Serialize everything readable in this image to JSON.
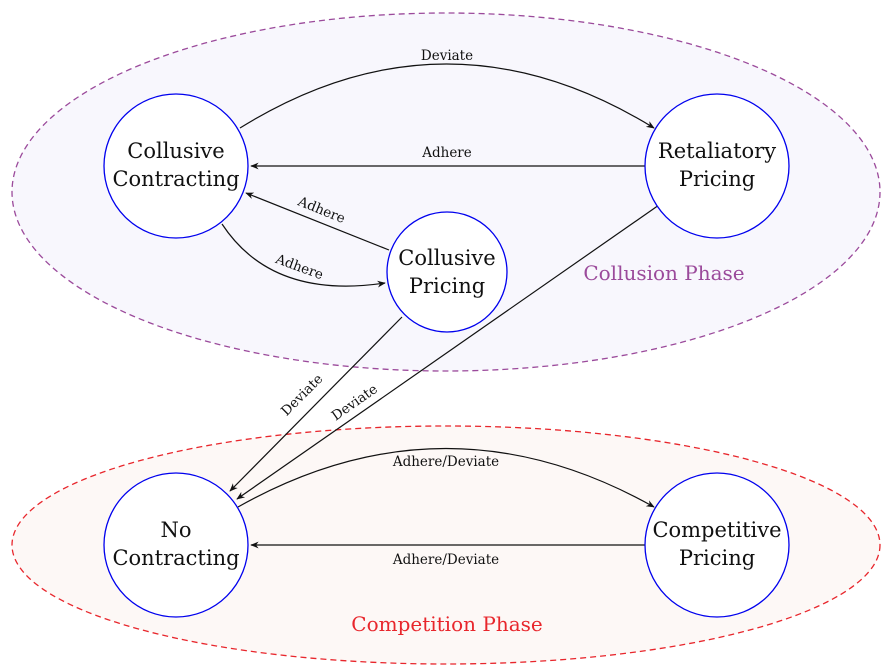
{
  "phases": {
    "collusion": {
      "label": "Collusion Phase",
      "color": "#9b4a9b",
      "fill": "#f8f7fd"
    },
    "competition": {
      "label": "Competition Phase",
      "color": "#e8262c",
      "fill": "#fdf8f6"
    }
  },
  "nodes": {
    "collusive_contracting": {
      "line1": "Collusive",
      "line2": "Contracting"
    },
    "retaliatory_pricing": {
      "line1": "Retaliatory",
      "line2": "Pricing"
    },
    "collusive_pricing": {
      "line1": "Collusive",
      "line2": "Pricing"
    },
    "no_contracting": {
      "line1": "No",
      "line2": "Contracting"
    },
    "competitive_pricing": {
      "line1": "Competitive",
      "line2": "Pricing"
    }
  },
  "edges": {
    "cc_to_rp": "Deviate",
    "rp_to_cc": "Adhere",
    "cp_to_cc": "Adhere",
    "cc_to_cp": "Adhere",
    "cp_to_nc": "Deviate",
    "rp_to_nc": "Deviate",
    "nc_to_comp": "Adhere/Deviate",
    "comp_to_nc": "Adhere/Deviate"
  },
  "colors": {
    "node_stroke": "#0000ee",
    "edge": "#111111"
  }
}
